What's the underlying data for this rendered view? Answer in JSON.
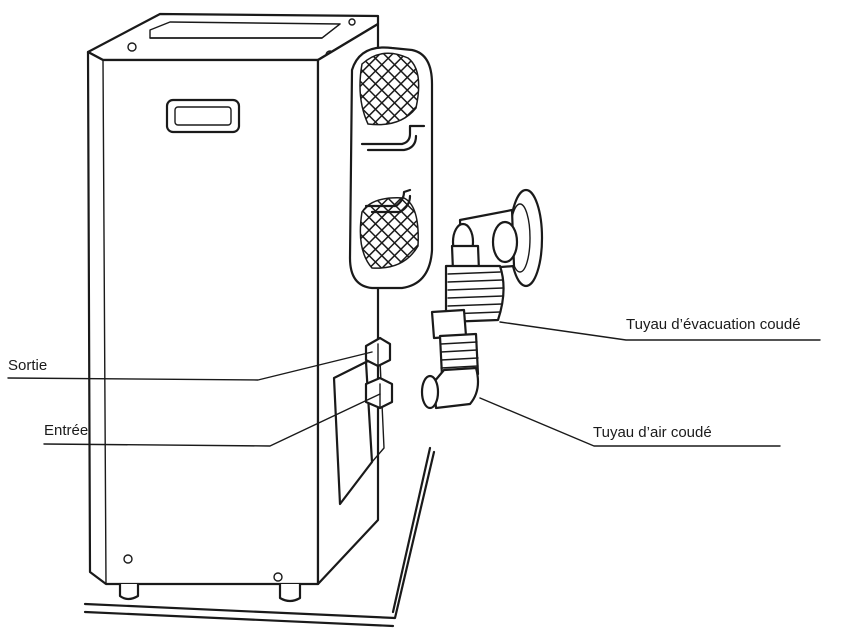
{
  "labels": {
    "outlet": "Sortie",
    "inlet": "Entrée",
    "exhaust_elbow": "Tuyau d’évacuation coudé",
    "air_elbow": "Tuyau d’air coudé"
  },
  "colors": {
    "ink": "#1a1a1a",
    "paper": "#ffffff"
  }
}
